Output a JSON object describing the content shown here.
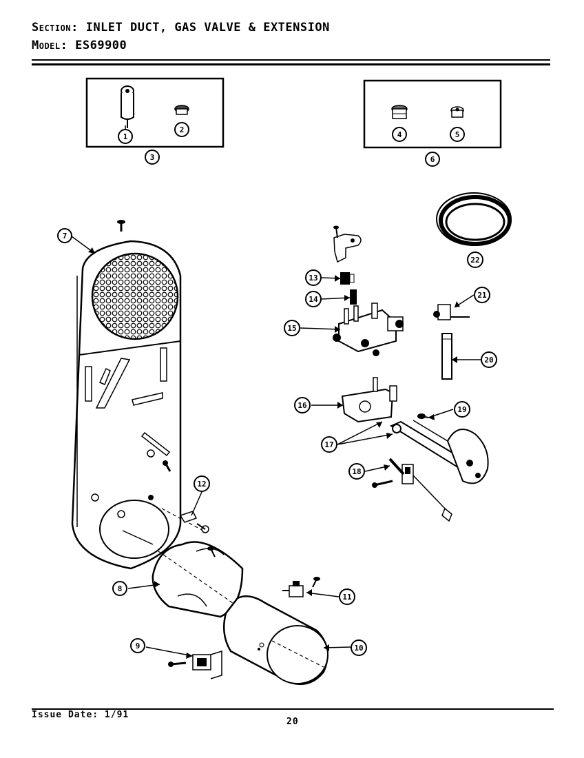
{
  "header": {
    "section_key": "Section:",
    "section_value": "INLET DUCT, GAS VALVE & EXTENSION",
    "model_key": "Model:",
    "model_value": "ES69900"
  },
  "footer": {
    "issue_date": "Issue Date: 1/91",
    "page_number": "20"
  },
  "callouts": {
    "c1": "1",
    "c2": "2",
    "c3": "3",
    "c4": "4",
    "c5": "5",
    "c6": "6",
    "c7": "7",
    "c8": "8",
    "c9": "9",
    "c10": "10",
    "c11": "11",
    "c12": "12",
    "c13": "13",
    "c14": "14",
    "c15": "15",
    "c16": "16",
    "c17": "17",
    "c18": "18",
    "c19": "19",
    "c20": "20",
    "c21": "21",
    "c22": "22"
  }
}
